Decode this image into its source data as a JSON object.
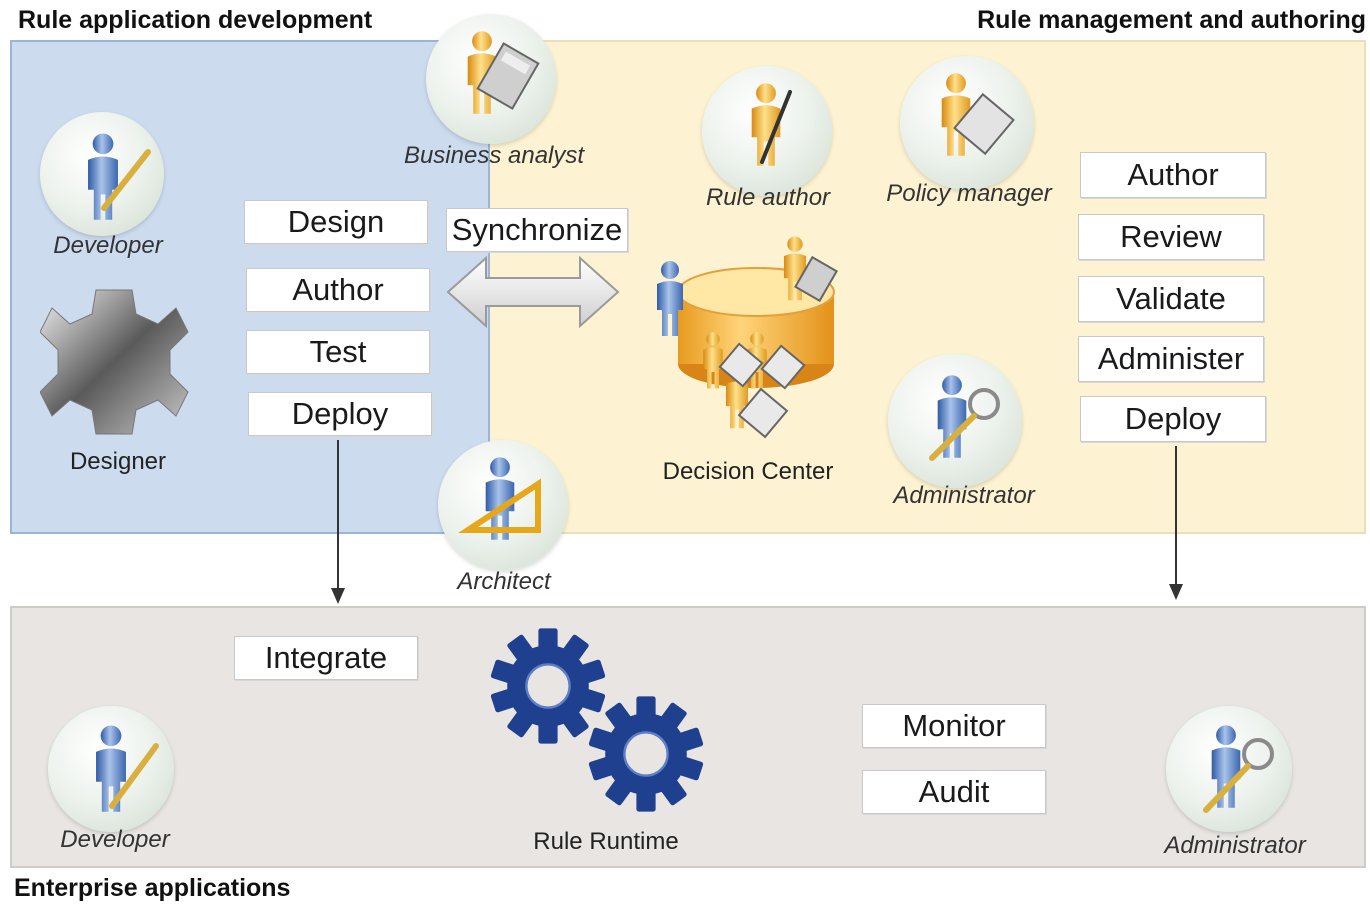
{
  "sections": {
    "rule_dev": "Rule application development",
    "rule_mgmt": "Rule management and authoring",
    "enterprise": "Enterprise applications"
  },
  "dev_tasks": [
    "Design",
    "Author",
    "Test",
    "Deploy"
  ],
  "sync_label": "Synchronize",
  "mgmt_tasks": [
    "Author",
    "Review",
    "Validate",
    "Administer",
    "Deploy"
  ],
  "ent_tasks": {
    "integrate": "Integrate",
    "monitor": "Monitor",
    "audit": "Audit"
  },
  "roles": {
    "developer_top": "Developer",
    "business_analyst": "Business analyst",
    "rule_author": "Rule author",
    "policy_manager": "Policy manager",
    "administrator_top": "Administrator",
    "architect": "Architect",
    "developer_bottom": "Developer",
    "administrator_bottom": "Administrator"
  },
  "components": {
    "designer": "Designer",
    "decision_center": "Decision Center",
    "rule_runtime": "Rule Runtime"
  },
  "colors": {
    "dev_panel": "#cddbef",
    "mgmt_panel": "#fdf3d2",
    "enterprise_panel": "#e8e5e2",
    "gear_blue": "#1f3f8f",
    "person_blue": "#6c93c9",
    "person_orange": "#f2b63c"
  }
}
